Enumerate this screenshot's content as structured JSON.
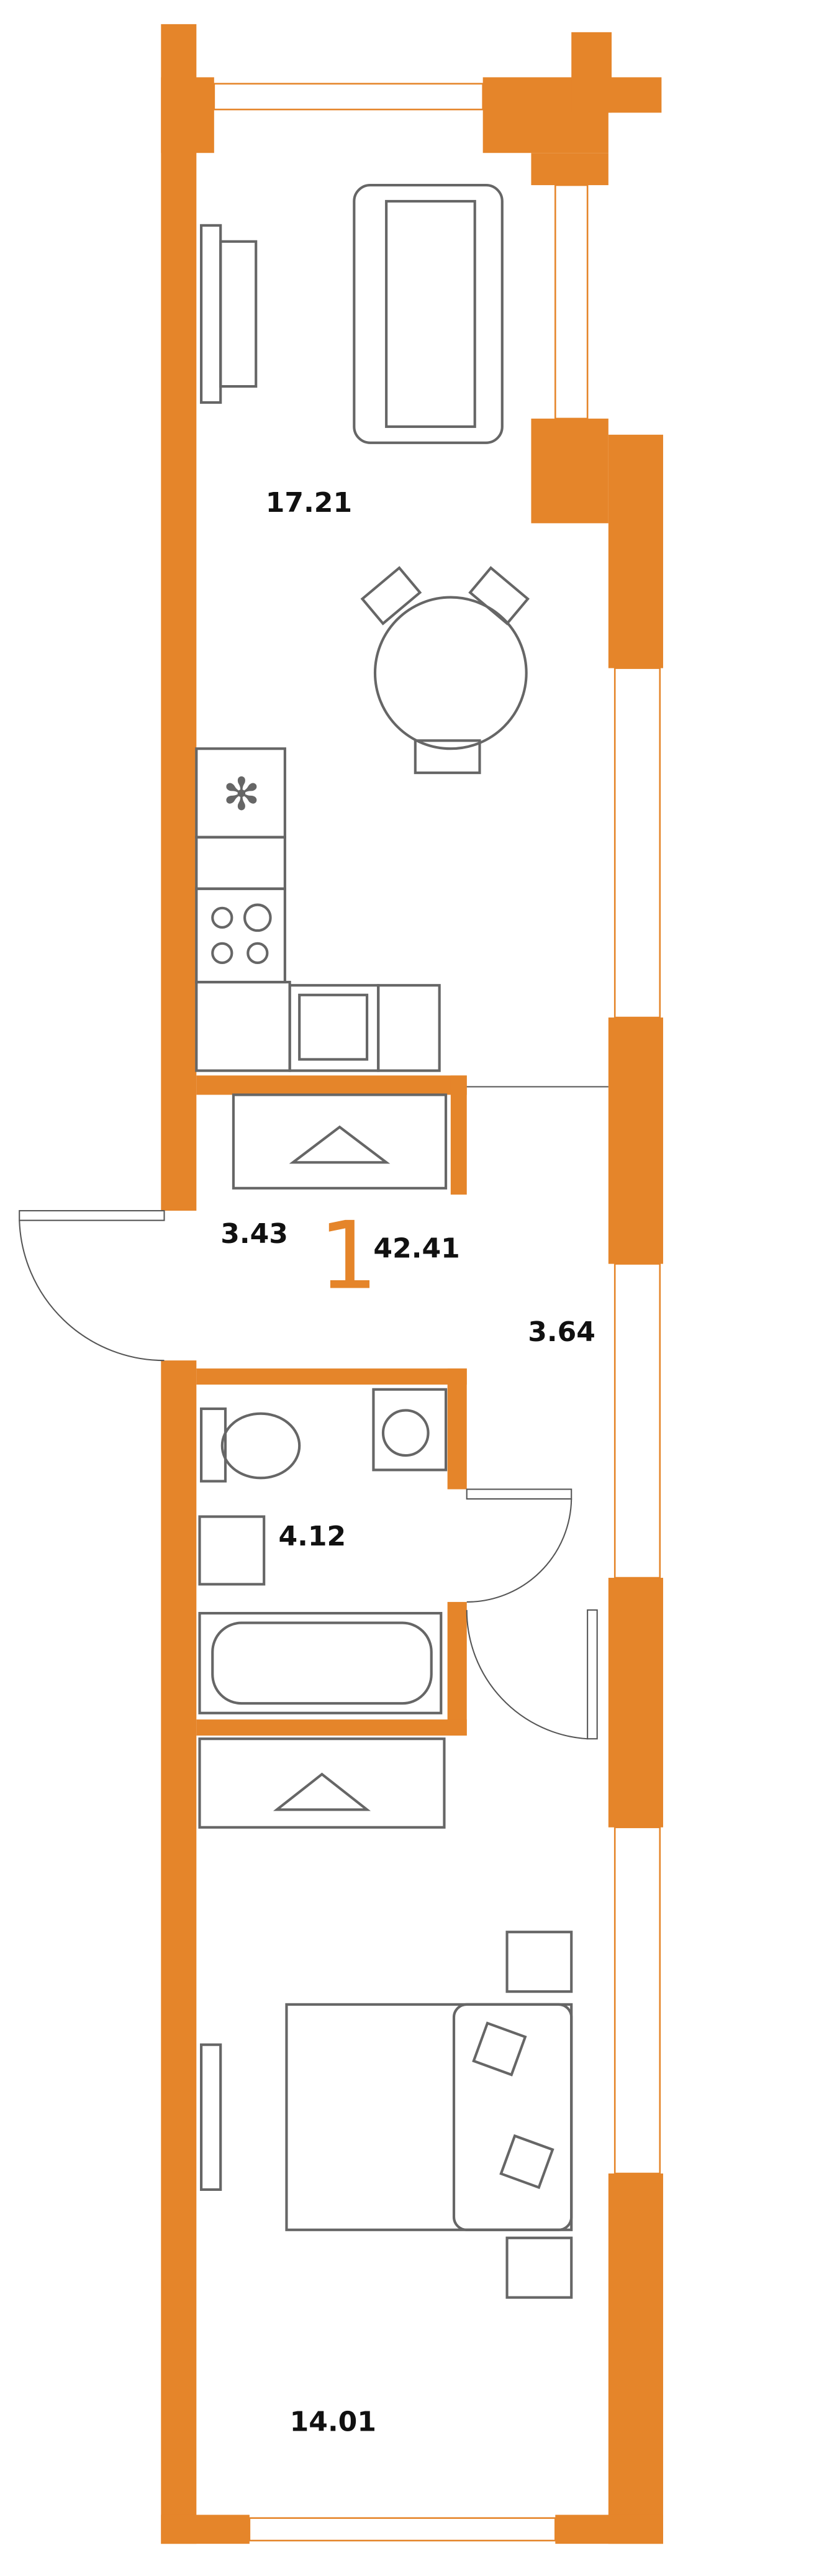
{
  "plan": {
    "apartment_rooms": "1",
    "total_area": "42.41",
    "rooms": {
      "living_kitchen": "17.21",
      "hallway": "3.43",
      "corridor": "3.64",
      "bathroom": "4.12",
      "bedroom": "14.01"
    },
    "colors": {
      "wall": "#e5852a",
      "furniture": "#666666",
      "text": "#111111"
    }
  }
}
